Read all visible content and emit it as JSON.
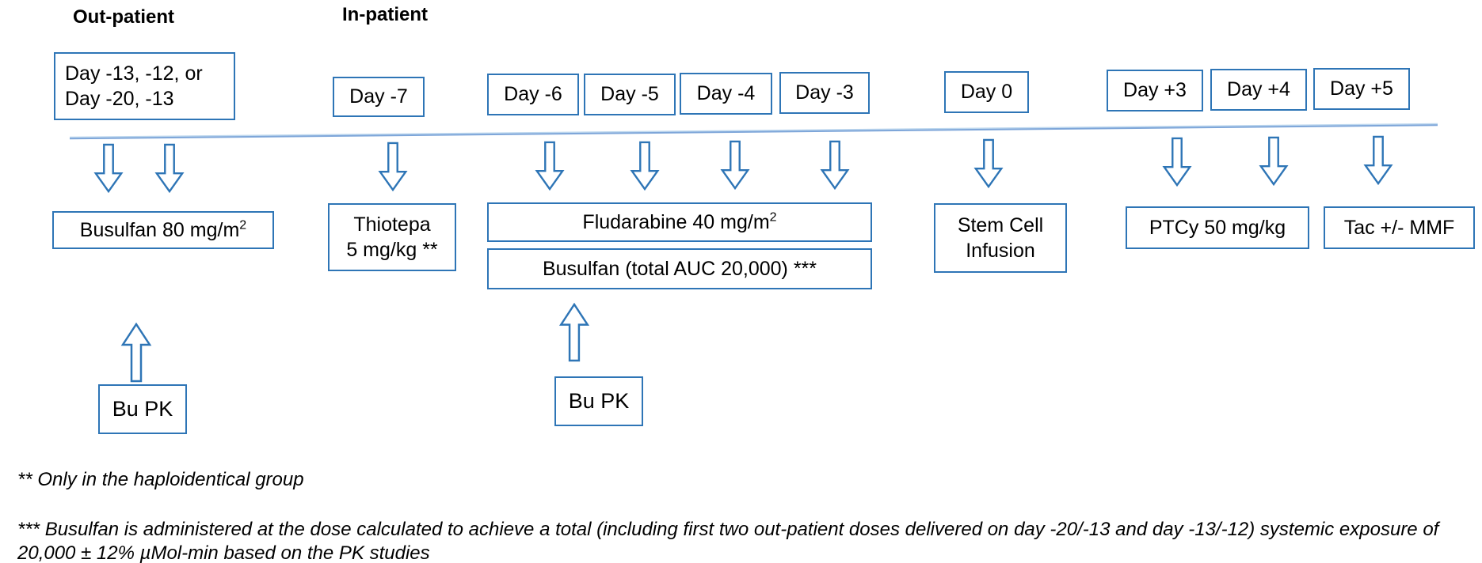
{
  "figure": {
    "type": "treatment-timeline-diagram",
    "phase_labels": {
      "outpatient": "Out-patient",
      "inpatient": "In-patient"
    },
    "timeline": {
      "days": [
        {
          "lines": [
            "Day -13, -12, or",
            "Day -20, -13"
          ]
        },
        {
          "lines": [
            "Day -7"
          ]
        },
        {
          "lines": [
            "Day -6"
          ]
        },
        {
          "lines": [
            "Day -5"
          ]
        },
        {
          "lines": [
            "Day -4"
          ]
        },
        {
          "lines": [
            "Day -3"
          ]
        },
        {
          "lines": [
            "Day 0"
          ]
        },
        {
          "lines": [
            "Day +3"
          ]
        },
        {
          "lines": [
            "Day +4"
          ]
        },
        {
          "lines": [
            "Day +5"
          ]
        }
      ]
    },
    "treatments": {
      "busulfan_outpatient": {
        "text": "Busulfan 80 mg/m",
        "superscript": "2"
      },
      "thiotepa": {
        "line1": "Thiotepa",
        "line2": "5 mg/kg **"
      },
      "fludarabine": {
        "text": "Fludarabine 40 mg/m",
        "superscript": "2"
      },
      "busulfan_auc": {
        "text": "Busulfan (total AUC 20,000) ***"
      },
      "stem_cell": {
        "line1": "Stem Cell",
        "line2": "Infusion"
      },
      "ptcy": {
        "text": "PTCy 50 mg/kg"
      },
      "tac": {
        "text": "Tac +/- MMF"
      }
    },
    "pk_boxes": {
      "left": "Bu PK",
      "right": "Bu PK"
    },
    "footnotes": {
      "double_asterisk": "** Only in the haploidentical group",
      "triple_asterisk": "*** Busulfan is administered at the dose calculated to achieve a total (including first two out-patient doses delivered on day -20/-13 and day -13/-12) systemic exposure of 20,000 ± 12% µMol-min based on the PK studies"
    },
    "colors": {
      "box_border": "#2E75B6",
      "arrow_outline": "#2E75B6",
      "timeline_line": "#7EA6D9",
      "text": "#000000",
      "background": "#FFFFFF"
    }
  }
}
